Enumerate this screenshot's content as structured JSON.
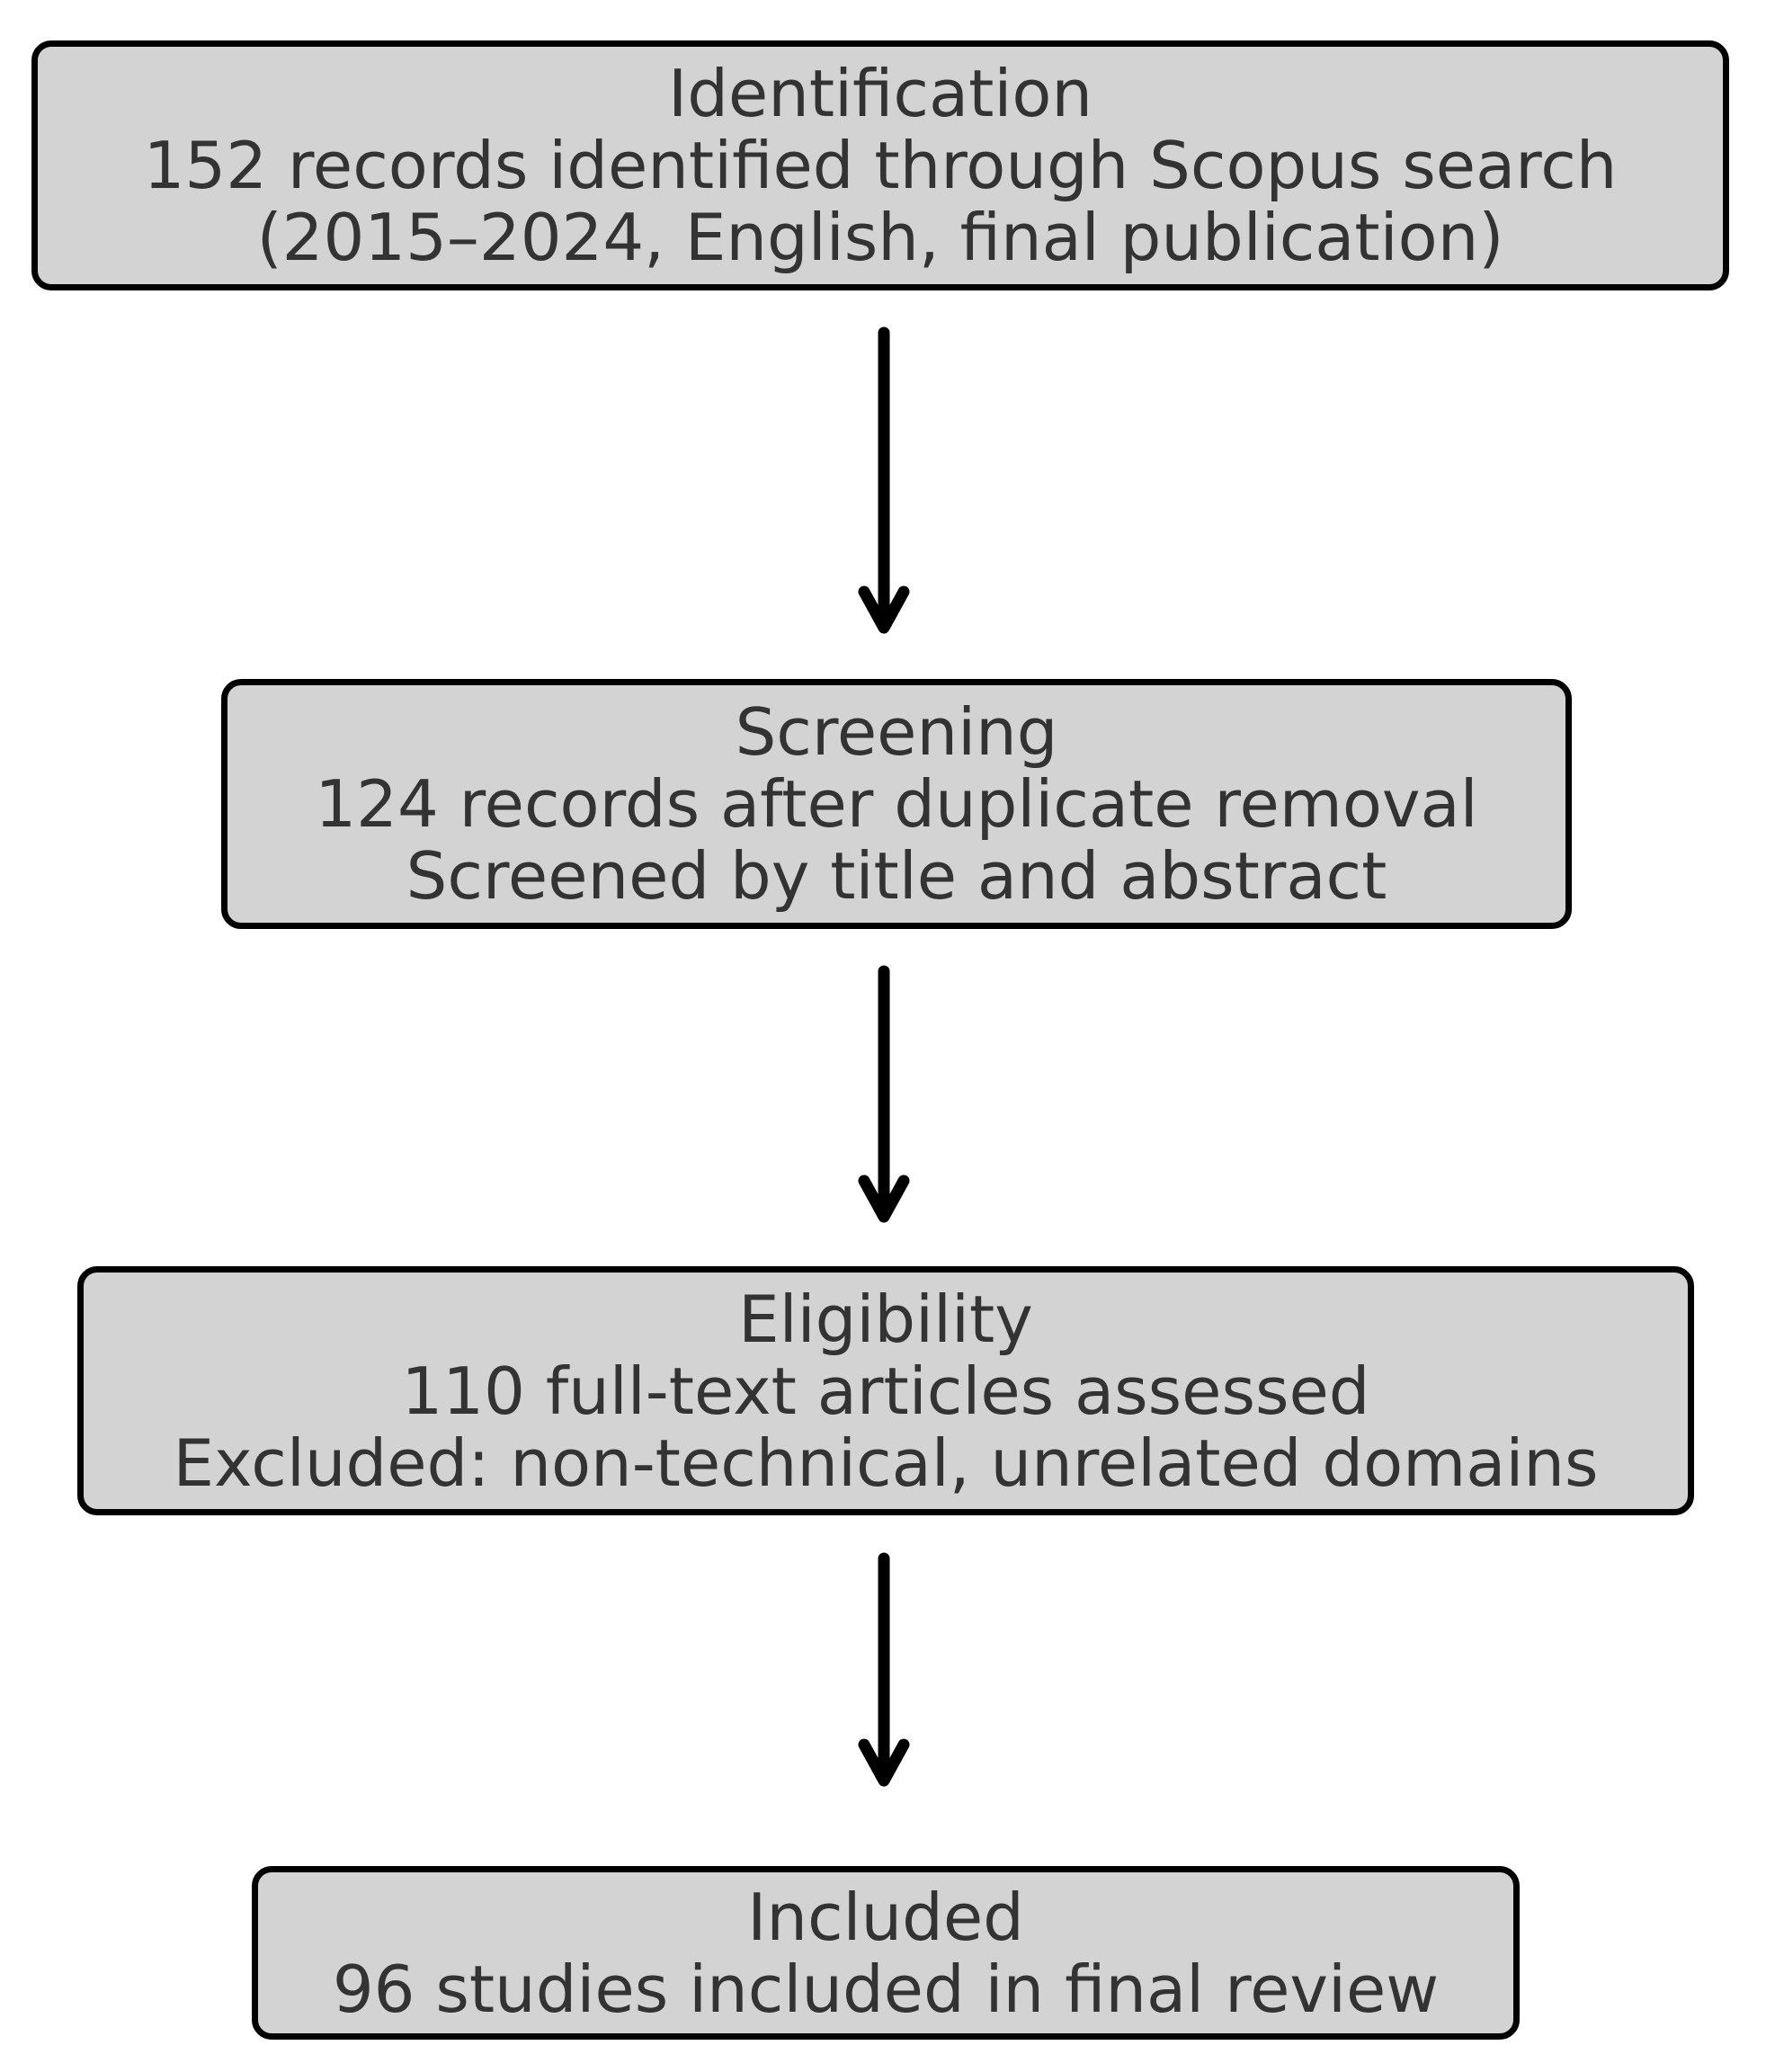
{
  "diagram": {
    "colors": {
      "background": "#ffffff",
      "box-fill": "#d3d3d3",
      "box-border": "#000000",
      "text-color": "#333333",
      "arrow-color": "#000000"
    },
    "stages": [
      {
        "name": "identification",
        "title": "Identification",
        "lines": [
          "152 records identified through Scopus search",
          "(2015–2024, English, final publication)"
        ]
      },
      {
        "name": "screening",
        "title": "Screening",
        "lines": [
          "124 records after duplicate removal",
          "Screened by title and abstract"
        ]
      },
      {
        "name": "eligibility",
        "title": "Eligibility",
        "lines": [
          "110 full-text articles assessed",
          "Excluded: non-technical, unrelated domains"
        ]
      },
      {
        "name": "included",
        "title": "Included",
        "lines": [
          "96 studies included in final review"
        ]
      }
    ]
  }
}
